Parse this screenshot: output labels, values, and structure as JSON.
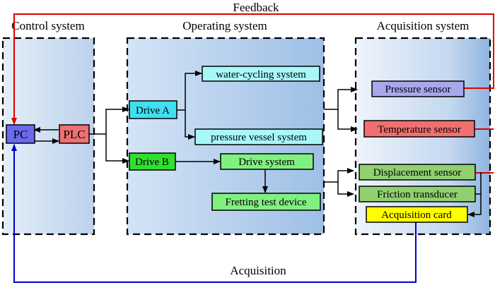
{
  "groups": {
    "control": "Control system",
    "operating": "Operating system",
    "acquisition": "Acquisition system"
  },
  "loops": {
    "feedback": "Feedback",
    "acquisition": "Acquisition"
  },
  "nodes": {
    "pc": "PC",
    "plc": "PLC",
    "drive_a": "Drive A",
    "drive_b": "Drive B",
    "water_cycling": "water-cycling system",
    "pressure_vessel": "pressure vessel system",
    "drive_system": "Drive system",
    "fretting_device": "Fretting test device",
    "pressure_sensor": "Pressure sensor",
    "temperature_sensor": "Temperature sensor",
    "displacement_sensor": "Displacement sensor",
    "friction_transducer": "Friction transducer",
    "acquisition_card": "Acquisition card"
  },
  "colors": {
    "pc": "#6a6af0",
    "plc": "#f07070",
    "drive_a": "#40e0f0",
    "drive_b": "#30e030",
    "light_cyan": "#a8f8f8",
    "light_green": "#80f080",
    "pressure_sensor": "#a8a8ec",
    "temperature_sensor": "#f07070",
    "sensor_green": "#90d070",
    "acquisition_card": "#ffff00",
    "feedback_line": "#e00000",
    "acquisition_line": "#0000cc"
  }
}
